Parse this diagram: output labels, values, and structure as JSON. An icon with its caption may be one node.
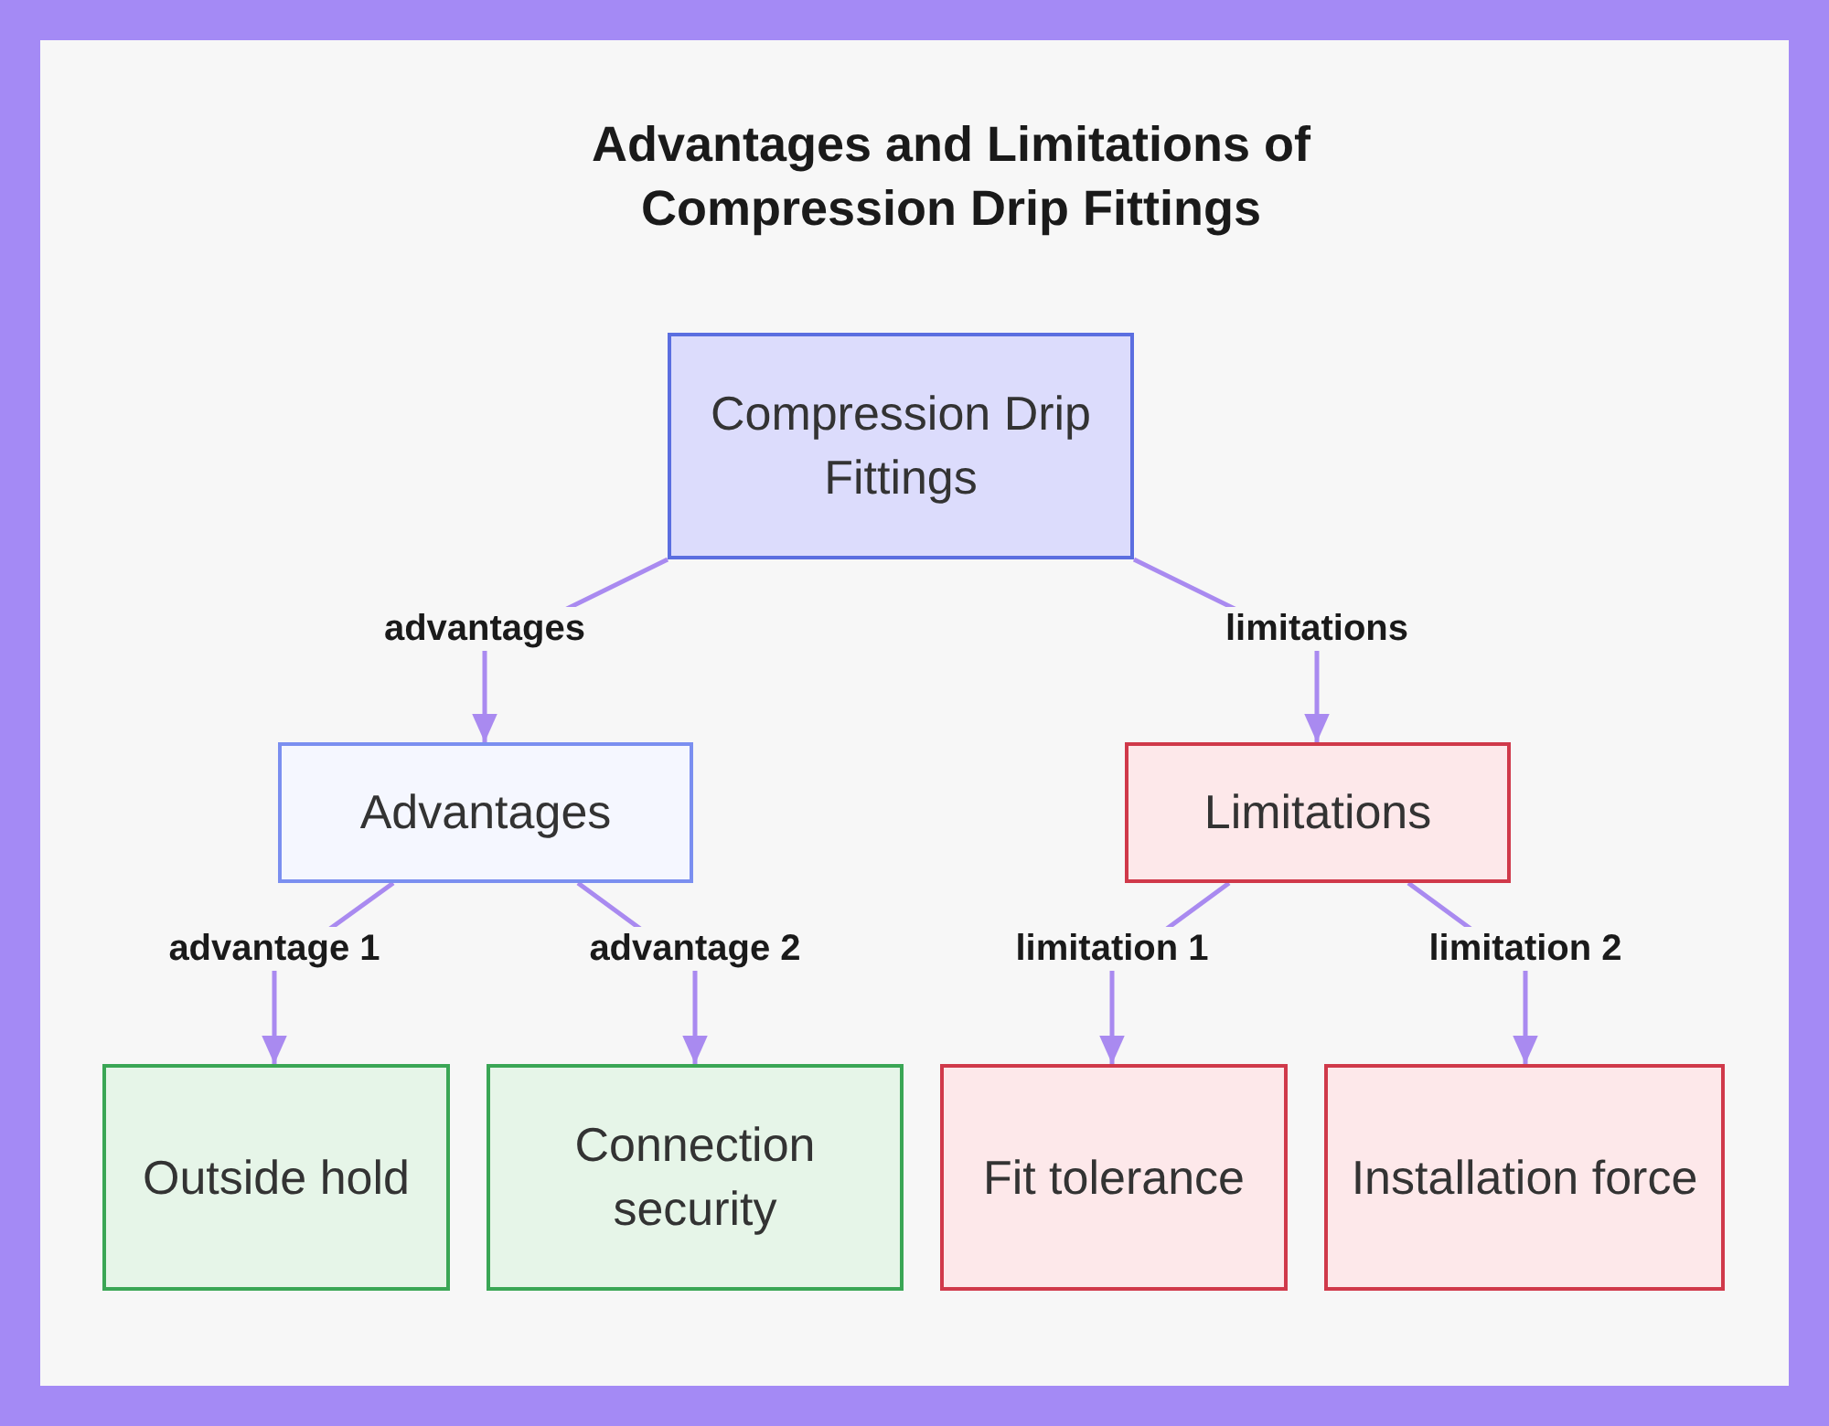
{
  "diagram": {
    "title": "Advantages and Limitations of Compression Drip Fittings",
    "nodes": [
      {
        "text": [
          "Compression Drip Fittings"
        ]
      },
      {
        "text": [
          "Advantages"
        ]
      },
      {
        "text": [
          "Limitations"
        ]
      },
      {
        "text": [
          "Outside hold"
        ]
      },
      {
        "text": [
          "Connection security"
        ]
      },
      {
        "text": [
          "Fit tolerance"
        ]
      },
      {
        "text": [
          "Installation force"
        ]
      }
    ],
    "edges": [
      {
        "from": 0,
        "to": 1,
        "arrow": "to",
        "label": "advantages"
      },
      {
        "from": 0,
        "to": 2,
        "arrow": "to",
        "label": "limitations"
      },
      {
        "from": 1,
        "to": 3,
        "arrow": "to",
        "label": "advantage 1"
      },
      {
        "from": 1,
        "to": 4,
        "arrow": "to",
        "label": "advantage 2"
      },
      {
        "from": 2,
        "to": 5,
        "arrow": "to",
        "label": "limitation 1"
      },
      {
        "from": 2,
        "to": 6,
        "arrow": "to",
        "label": "limitation 2"
      }
    ]
  }
}
